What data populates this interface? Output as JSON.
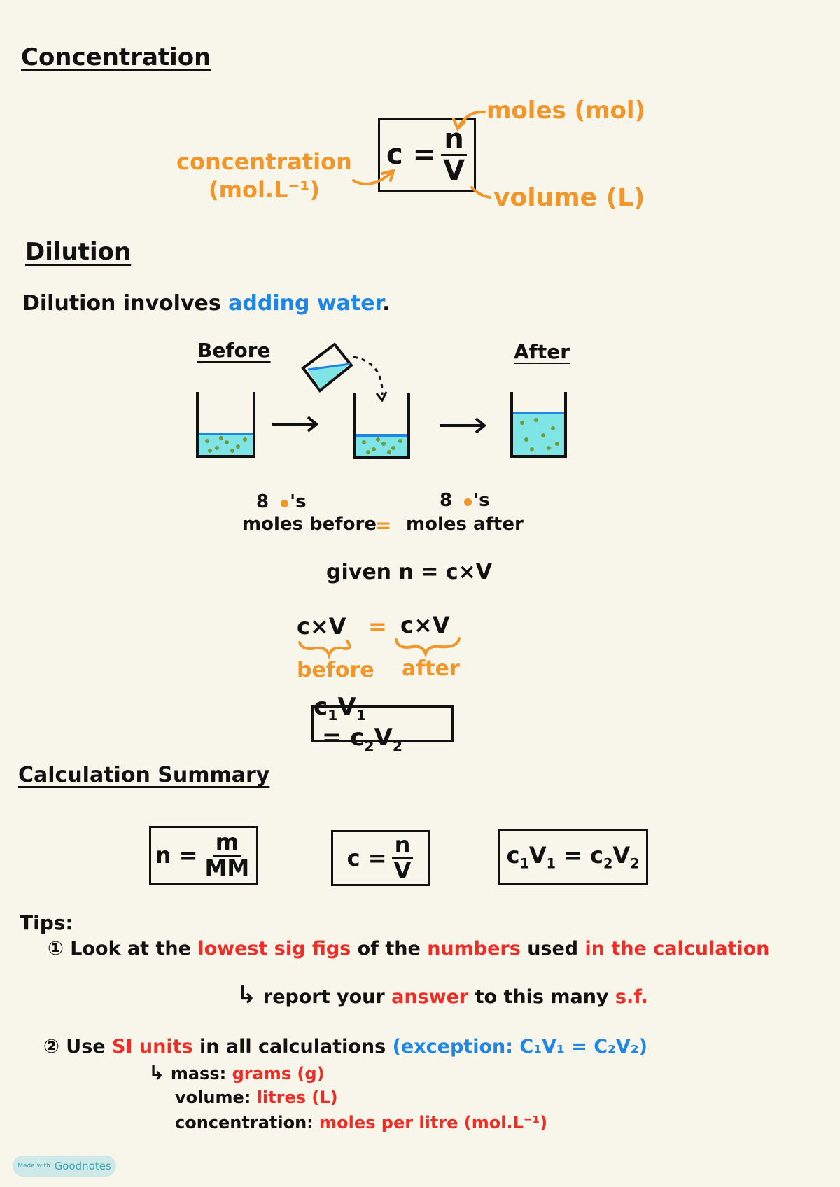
{
  "concentration": {
    "heading": "Concentration",
    "formula": {
      "lhs": "c =",
      "num": "n",
      "den": "V"
    },
    "labels": {
      "moles": "moles (mol)",
      "concentration": "concentration",
      "concentration_unit": "(mol.L⁻¹)",
      "volume": "volume (L)"
    }
  },
  "dilution": {
    "heading": "Dilution",
    "intro_prefix": "Dilution involves",
    "intro_highlight": "adding water",
    "intro_suffix": ".",
    "before_label": "Before",
    "after_label": "After",
    "count_left": "8",
    "count_right": "8",
    "count_suffix": "'s",
    "moles_before": "moles before",
    "equals": "=",
    "moles_after": "moles after",
    "given": "given n = c×V",
    "eq_left": "c×V",
    "eq_right": "c×V",
    "under_left": "before",
    "under_right": "after",
    "boxed": {
      "c1": "c",
      "s1": "1",
      "v1": "V",
      "s2": "1",
      "eq": " = ",
      "c2": "c",
      "s3": "2",
      "v2": "V",
      "s4": "2"
    }
  },
  "summary": {
    "heading": "Calculation Summary",
    "box1": {
      "lhs": "n =",
      "num": "m",
      "den": "MM"
    },
    "box2": {
      "lhs": "c =",
      "num": "n",
      "den": "V"
    },
    "box3": {
      "c1": "c",
      "s1": "1",
      "v1": "V",
      "s2": "1",
      "eq": " = ",
      "c2": "c",
      "s3": "2",
      "v2": "V",
      "s4": "2"
    }
  },
  "tips": {
    "heading": "Tips:",
    "tip1": {
      "num": "①",
      "a": "Look at the",
      "b": "lowest sig figs",
      "c": "of the",
      "d": "numbers",
      "e": "used",
      "f": "in the calculation",
      "arrow": "↳",
      "g": "report your",
      "h": "answer",
      "i": "to this many",
      "j": "s.f."
    },
    "tip2": {
      "num": "②",
      "a": "Use",
      "b": "SI units",
      "c": "in all calculations",
      "d": "(exception: C₁V₁ = C₂V₂)",
      "arrow": "↳",
      "mass_label": "mass:",
      "mass_value": "grams (g)",
      "volume_label": "volume:",
      "volume_value": "litres (L)",
      "conc_label": "concentration:",
      "conc_value": "moles per litre (mol.L⁻¹)"
    }
  },
  "badge": {
    "small": "Made with",
    "brand": "Goodnotes"
  },
  "colors": {
    "paper": "#f8f6ea",
    "orange": "#f0962a",
    "blue": "#1d86e6",
    "red": "#ef2c26",
    "water": "#7fe4e6"
  }
}
